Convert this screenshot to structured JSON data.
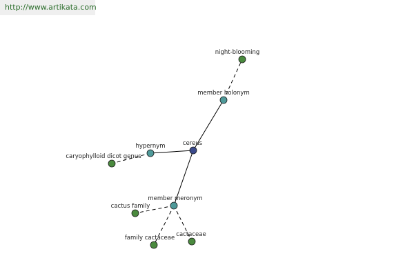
{
  "header": {
    "source_link": "http://www.artikata.com"
  },
  "graph": {
    "colors": {
      "root": "#3b4a8c",
      "relation": "#4f9a9a",
      "leaf": "#4a8a3e"
    },
    "nodes": [
      {
        "id": "cereus",
        "label": "cereus",
        "kind": "root"
      },
      {
        "id": "member-holonym",
        "label": "member holonym",
        "kind": "relation"
      },
      {
        "id": "night-blooming",
        "label": "night-blooming",
        "kind": "leaf"
      },
      {
        "id": "hypernym",
        "label": "hypernym",
        "kind": "relation"
      },
      {
        "id": "caryophylloid",
        "label": "caryophylloid dicot genus",
        "kind": "leaf"
      },
      {
        "id": "member-meronym",
        "label": "member meronym",
        "kind": "relation"
      },
      {
        "id": "cactus-family",
        "label": "cactus family",
        "kind": "leaf"
      },
      {
        "id": "family-cactaceae",
        "label": "family cactaceae",
        "kind": "leaf"
      },
      {
        "id": "cactaceae",
        "label": "cactaceae",
        "kind": "leaf"
      }
    ],
    "edges": [
      {
        "from": "cereus",
        "to": "member-holonym",
        "style": "solid"
      },
      {
        "from": "member-holonym",
        "to": "night-blooming",
        "style": "dashed"
      },
      {
        "from": "cereus",
        "to": "hypernym",
        "style": "solid"
      },
      {
        "from": "hypernym",
        "to": "caryophylloid",
        "style": "dashed"
      },
      {
        "from": "cereus",
        "to": "member-meronym",
        "style": "solid"
      },
      {
        "from": "member-meronym",
        "to": "cactus-family",
        "style": "dashed"
      },
      {
        "from": "member-meronym",
        "to": "family-cactaceae",
        "style": "dashed"
      },
      {
        "from": "member-meronym",
        "to": "cactaceae",
        "style": "dashed"
      }
    ]
  }
}
